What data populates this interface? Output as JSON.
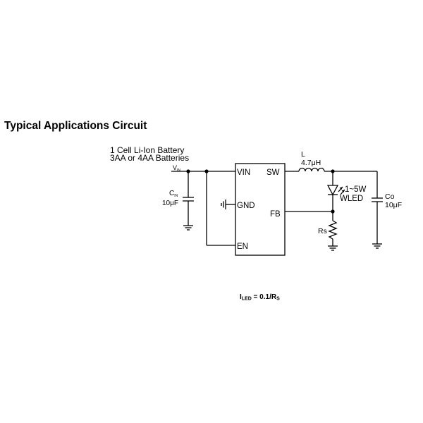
{
  "title": "Typical Applications Circuit",
  "source": {
    "line1": "1 Cell Li-Ion Battery",
    "line2": "3AA or 4AA Batteries",
    "vin_main": "V",
    "vin_sub": "IN"
  },
  "cin": {
    "name_main": "C",
    "name_sub": "IN",
    "value": "10μF"
  },
  "ic": {
    "pins": {
      "vin": "VIN",
      "sw": "SW",
      "gnd": "GND",
      "fb": "FB",
      "en": "EN"
    }
  },
  "inductor": {
    "name": "L",
    "value": "4.7μH"
  },
  "led": {
    "power": "1~5W",
    "name": "WLED"
  },
  "co": {
    "name": "Co",
    "value": "10μF"
  },
  "rs": {
    "name": "Rs"
  },
  "formula": {
    "i_main": "I",
    "i_sub": "LED",
    "equals": " = 0.1/R",
    "r_sub": "S"
  }
}
